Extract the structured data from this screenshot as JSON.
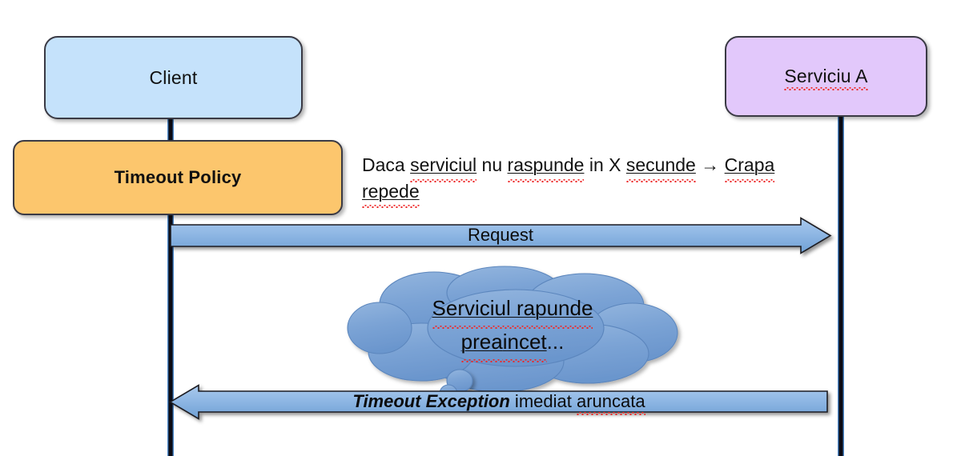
{
  "diagram": {
    "title": "Timeout Policy sequence diagram",
    "participants": [
      {
        "id": "client",
        "label": "Client",
        "color": "#c5e2fb"
      },
      {
        "id": "service",
        "label": "Serviciu A",
        "color": "#e2c8fb"
      }
    ],
    "policy_box": {
      "label": "Timeout Policy",
      "color": "#fcc66d"
    },
    "annotation": {
      "line1_a": "Daca ",
      "line1_b": "serviciul",
      "line1_c": " nu ",
      "line1_d": "raspunde",
      "line1_e": " in X ",
      "line1_f": "secunde",
      "line1_g": " → ",
      "line1_h": "Crapa",
      "line2": "repede"
    },
    "messages": [
      {
        "id": "request",
        "label": "Request",
        "direction": "right",
        "from": "client",
        "to": "service",
        "color": "#7faddf"
      },
      {
        "id": "timeout-exception",
        "label_italic": "Timeout Exception",
        "label_rest": " imediat ",
        "label_rest2": "aruncata",
        "direction": "left",
        "from": "service",
        "to": "client",
        "color": "#7faddf"
      }
    ],
    "thought": {
      "line1": "Serviciul rapunde",
      "line2_a": "prea ",
      "line2_b": "incet",
      "line2_c": "...",
      "color": "#7aa4d6"
    },
    "lifeline_color": "#0b0b14"
  }
}
